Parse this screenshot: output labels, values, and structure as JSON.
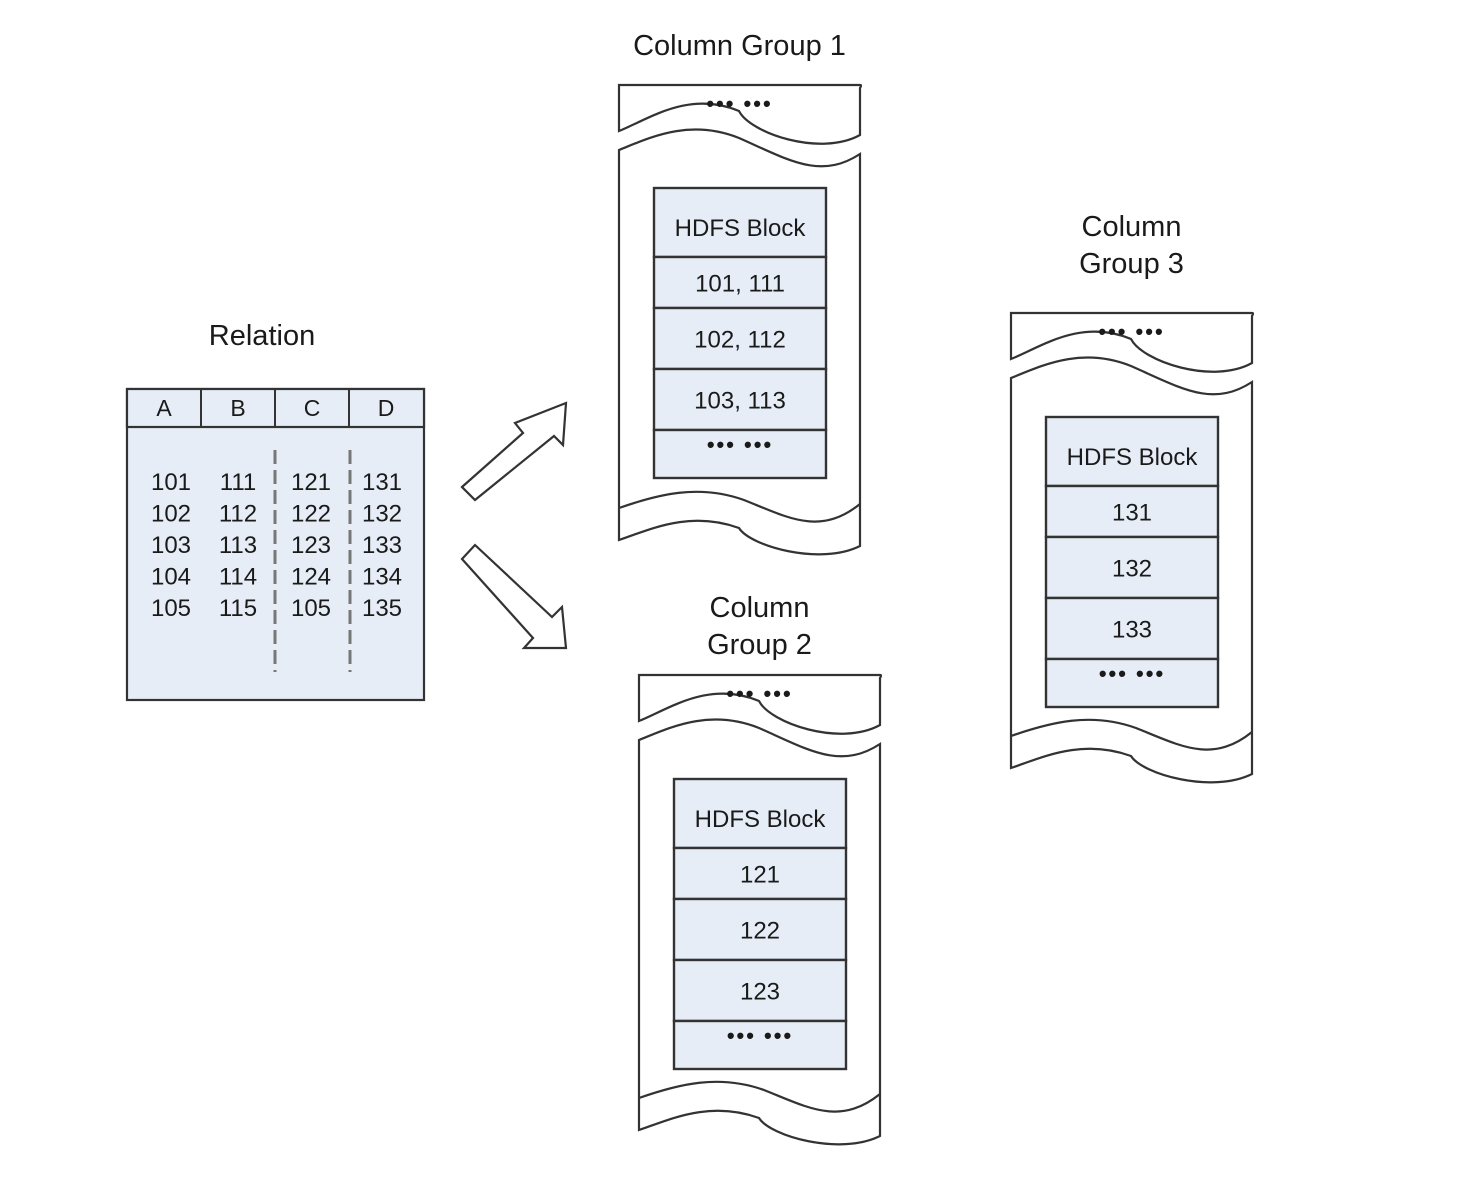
{
  "relation": {
    "title": "Relation",
    "columns": [
      "A",
      "B",
      "C",
      "D"
    ],
    "rows": [
      [
        "101",
        "111",
        "121",
        "131"
      ],
      [
        "102",
        "112",
        "122",
        "132"
      ],
      [
        "103",
        "113",
        "123",
        "133"
      ],
      [
        "104",
        "114",
        "124",
        "134"
      ],
      [
        "105",
        "115",
        "105",
        "135"
      ]
    ]
  },
  "column_groups": [
    {
      "title_lines": [
        "Column Group 1"
      ],
      "top_ellipsis": "••• •••",
      "block_header": "HDFS Block",
      "records": [
        "101, 111",
        "102, 112",
        "103, 113"
      ],
      "block_ellipsis": "••• •••"
    },
    {
      "title_lines": [
        "Column",
        "Group 2"
      ],
      "top_ellipsis": "••• •••",
      "block_header": "HDFS Block",
      "records": [
        "121",
        "122",
        "123"
      ],
      "block_ellipsis": "••• •••"
    },
    {
      "title_lines": [
        "Column",
        "Group 3"
      ],
      "top_ellipsis": "••• •••",
      "block_header": "HDFS Block",
      "records": [
        "131",
        "132",
        "133"
      ],
      "block_ellipsis": "••• •••"
    }
  ],
  "arrows": [
    {
      "name": "arrow-to-group-1",
      "direction": "up-right"
    },
    {
      "name": "arrow-to-group-2",
      "direction": "down-right"
    }
  ],
  "colors": {
    "block_fill": "#e6edf6",
    "stroke": "#333333"
  }
}
